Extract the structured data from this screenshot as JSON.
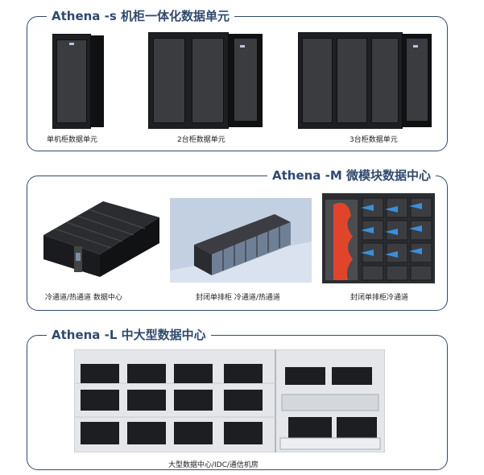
{
  "section_s": {
    "title": "Athena -s 机柜一体化数据单元",
    "captions": [
      "单机柜数据单元",
      "2台柜数据单元",
      "3台柜数据单元"
    ]
  },
  "section_m": {
    "title": "Athena -M 微模块数据中心",
    "captions": [
      "冷通道/热通道 数据中心",
      "封闭单排柜 冷通道/热通道",
      "封闭单排柜冷通道"
    ]
  },
  "section_l": {
    "title": "Athena -L 中大型数据中心",
    "caption": "大型数据中心/IDC/通信机房"
  },
  "colors": {
    "border": "#2f4a6e",
    "title": "#2f4a6e",
    "rack": "#1e1f22",
    "cold_arrow": "#3b8fd9",
    "hot_zone": "#e0452c"
  }
}
